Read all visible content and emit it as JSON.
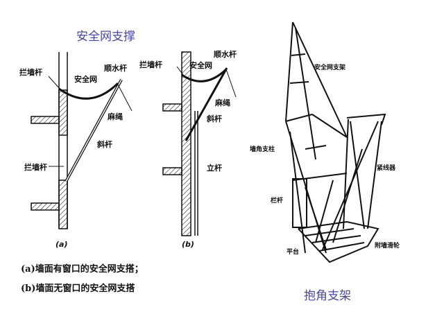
{
  "title_left": "安全网支撑",
  "title_right": "抱角支架",
  "diagram_a": {
    "tag": "(a)",
    "labels": {
      "wall_bar_top": "拦墙杆",
      "net": "安全网",
      "runner": "顺水杆",
      "rope": "麻绳",
      "brace": "斜杆",
      "wall_bar_bottom": "拦墙杆"
    }
  },
  "diagram_b": {
    "tag": "(b)",
    "labels": {
      "wall_bar": "拦墙杆",
      "net": "安全网",
      "runner": "顺水杆",
      "rope": "麻绳",
      "brace": "斜杆",
      "post": "立杆"
    }
  },
  "captions": [
    "(a)墙面有窗口的安全网支搭；",
    "(b)墙面无窗口的安全网支搭"
  ],
  "diagram_c": {
    "labels": {
      "frame": "安全网支架",
      "corner_post": "墙角支柱",
      "tensioner": "紧线器",
      "railing": "栏杆",
      "platform": "平台",
      "pulley": "附墙滑轮"
    }
  }
}
